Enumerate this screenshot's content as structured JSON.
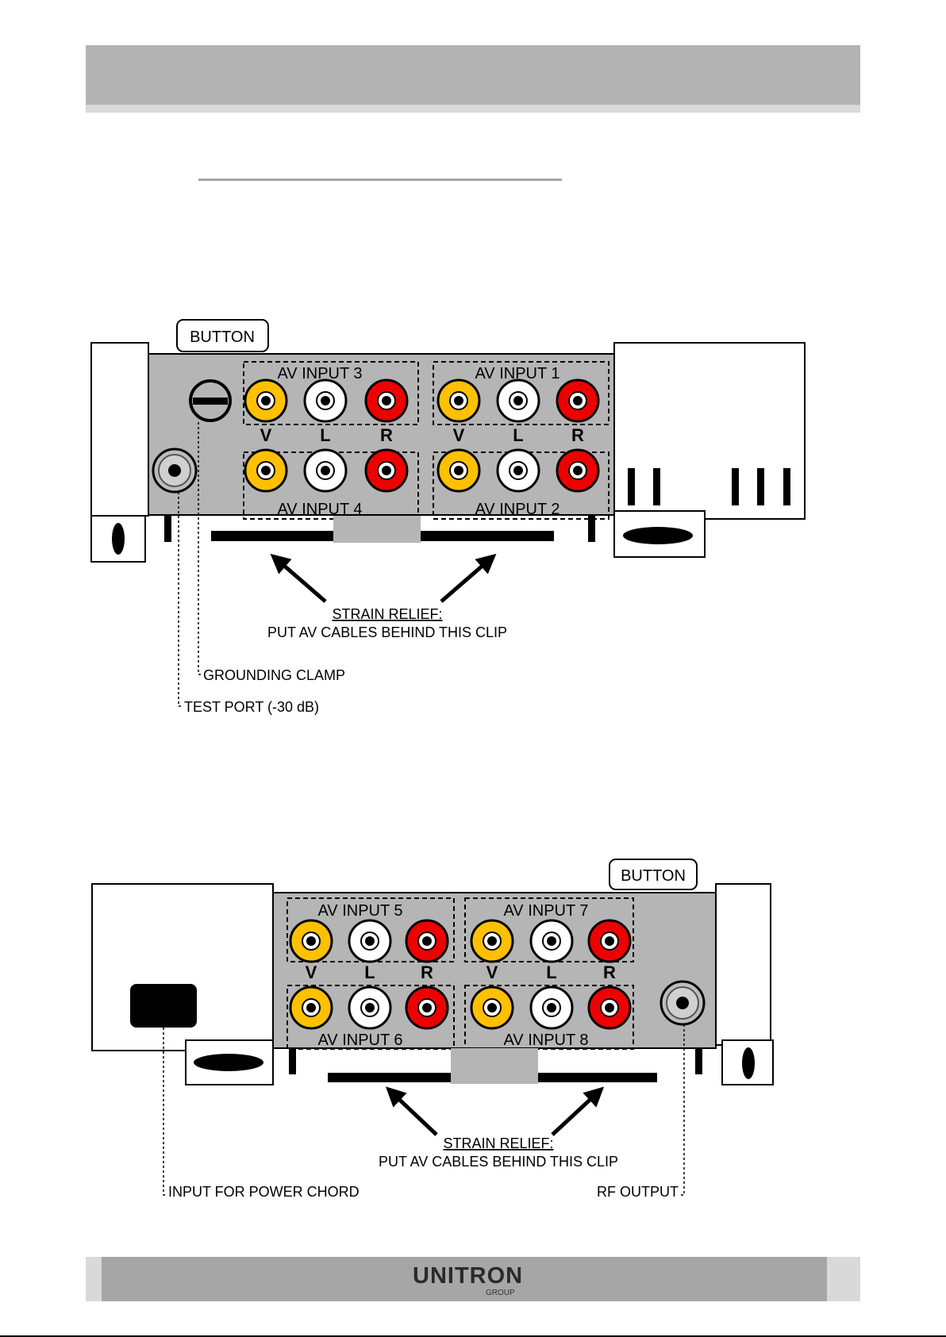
{
  "diagram1": {
    "button_label": "BUTTON",
    "groups": {
      "top_left": "AV INPUT 3",
      "top_right": "AV INPUT 1",
      "bottom_left": "AV INPUT 4",
      "bottom_right": "AV INPUT 2"
    },
    "channel_labels": [
      "V",
      "L",
      "R",
      "V",
      "L",
      "R"
    ],
    "strain_relief_title": "STRAIN RELIEF:",
    "strain_relief_text": "PUT AV CABLES BEHIND THIS CLIP",
    "grounding_label": "GROUNDING CLAMP",
    "test_port_label": "TEST PORT (-30 dB)"
  },
  "diagram2": {
    "button_label": "BUTTON",
    "groups": {
      "top_left": "AV INPUT 5",
      "top_right": "AV INPUT 7",
      "bottom_left": "AV INPUT 6",
      "bottom_right": "AV INPUT 8"
    },
    "channel_labels": [
      "V",
      "L",
      "R",
      "V",
      "L",
      "R"
    ],
    "strain_relief_title": "STRAIN RELIEF:",
    "strain_relief_text": "PUT AV CABLES BEHIND THIS CLIP",
    "power_label": "INPUT FOR POWER CHORD",
    "rf_label": "RF OUTPUT"
  },
  "footer": {
    "logo_text": "UNITRON",
    "logo_sub": "GROUP"
  },
  "colors": {
    "panel": "#b5b5b5",
    "video_yellow": "#ffc000",
    "audio_white": "#ffffff",
    "audio_red": "#ee0000"
  }
}
